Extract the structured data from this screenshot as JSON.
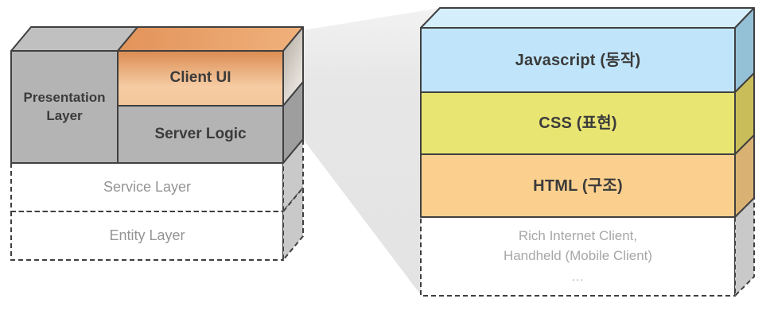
{
  "left_diagram": {
    "presentation_layer": {
      "line1": "Presentation",
      "line2": "Layer"
    },
    "client_ui": {
      "label": "Client UI"
    },
    "server_logic": {
      "label": "Server Logic"
    },
    "service_layer": {
      "label": "Service Layer"
    },
    "entity_layer": {
      "label": "Entity Layer"
    }
  },
  "right_diagram": {
    "javascript_layer": {
      "label": "Javascript (동작)"
    },
    "css_layer": {
      "label": "CSS (표현)"
    },
    "html_layer": {
      "label": "HTML (구조)"
    },
    "client_types": {
      "line1": "Rich Internet Client,",
      "line2": "Handheld (Mobile Client)",
      "line3": "..."
    }
  },
  "colors": {
    "stroke": "#404040",
    "gray_front": "#b4b4b4",
    "gray_top": "#c0c0c0",
    "gray_side": "#9e9e9e",
    "dashed_side_fill": "#c9c9c9",
    "white_fill": "#ffffff",
    "beam_fill": "#e6e6e6",
    "client_ui_orange": "#e0925a",
    "js_front": "#c0e5fa",
    "js_top": "#d5eefc",
    "js_side": "#95c1d7",
    "css_front": "#e9e573",
    "css_side": "#c9bd5a",
    "html_front": "#fbd08e",
    "html_side": "#d9b273",
    "label_dark": "#3b3b3b",
    "label_gray": "#949494"
  }
}
